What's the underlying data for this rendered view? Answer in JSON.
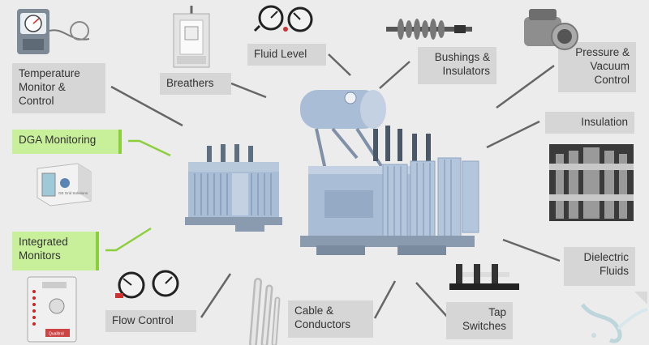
{
  "diagram": {
    "center_item": "transformer",
    "labels": {
      "temperature": "Temperature Monitor & Control",
      "breathers": "Breathers",
      "fluid_level": "Fluid Level",
      "bushings": "Bushings & Insulators",
      "pressure": "Pressure & Vacuum Control",
      "insulation": "Insulation",
      "dga": "DGA Monitoring",
      "integrated": "Integrated Monitors",
      "dielectric": "Dielectric Fluids",
      "flow_control": "Flow Control",
      "cable": "Cable & Conductors",
      "tap": "Tap Switches"
    },
    "device_brand": "GE Grid Solutions",
    "monitor_brand": "Qualitrol"
  },
  "colors": {
    "background": "#ececec",
    "label_bg": "#d6d6d6",
    "highlight_bg": "#c8ef9a",
    "highlight_edge": "#8ccf3c",
    "connector": "#666666",
    "transformer": "#a9bdd6"
  }
}
